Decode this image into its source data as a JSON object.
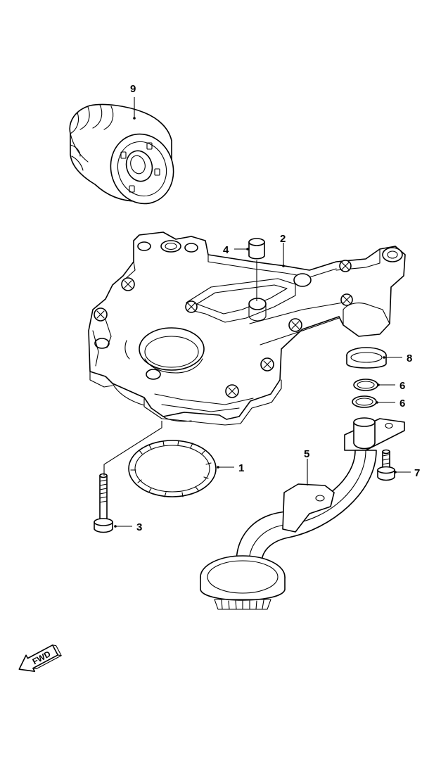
{
  "callouts": [
    {
      "id": "1",
      "label": "1"
    },
    {
      "id": "2",
      "label": "2"
    },
    {
      "id": "3",
      "label": "3"
    },
    {
      "id": "4",
      "label": "4"
    },
    {
      "id": "5",
      "label": "5"
    },
    {
      "id": "6a",
      "label": "6"
    },
    {
      "id": "6b",
      "label": "6"
    },
    {
      "id": "7",
      "label": "7"
    },
    {
      "id": "8",
      "label": "8"
    },
    {
      "id": "9",
      "label": "9"
    }
  ],
  "direction_marker": {
    "label": "FWD",
    "icon": "forward-arrow-icon"
  },
  "colors": {
    "line": "#000000",
    "background": "#ffffff"
  }
}
